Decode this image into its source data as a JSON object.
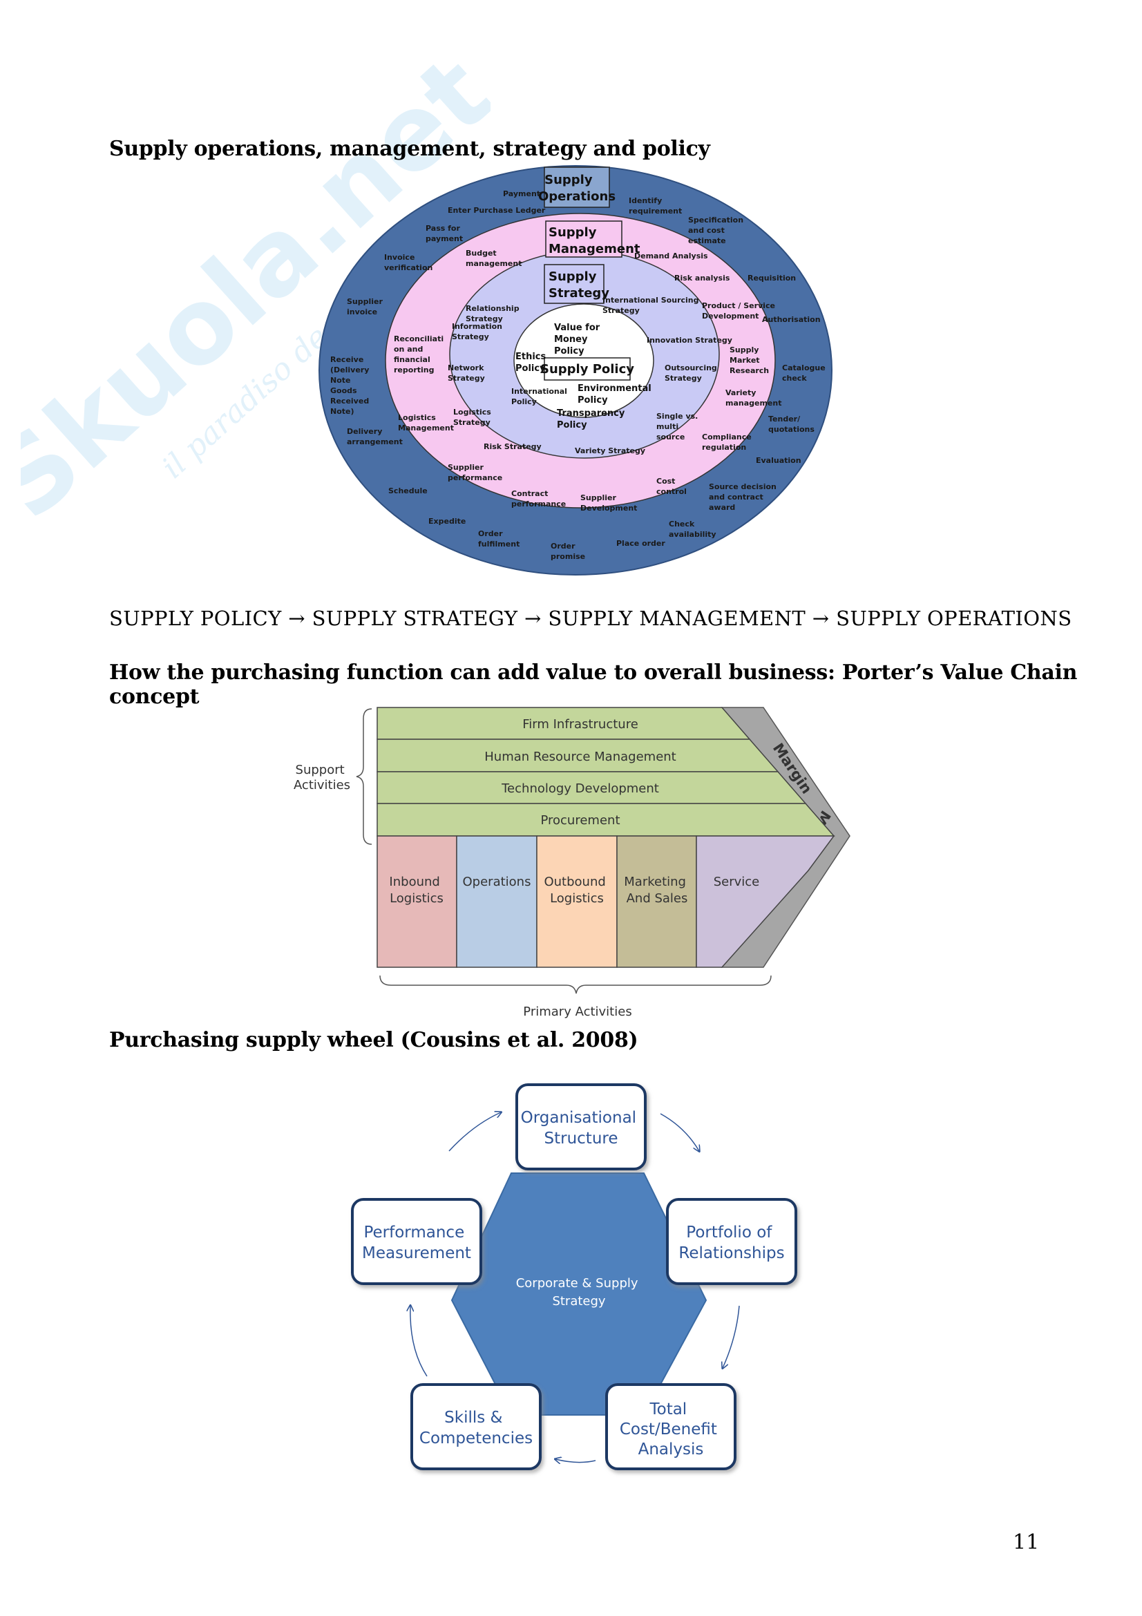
{
  "watermark": {
    "brand": "Skuola.net",
    "tagline": "il paradiso degli studenti"
  },
  "section1": {
    "heading": "Supply operations, management, strategy and policy",
    "diagram": {
      "ring_titles": {
        "operations": [
          "Supply",
          "Operations"
        ],
        "management": [
          "Supply",
          "Management"
        ],
        "strategy": [
          "Supply",
          "Strategy"
        ],
        "policy": "Supply Policy"
      },
      "outer_ring": {
        "payment": "Payment",
        "enter_ledger": "Enter Purchase Ledger",
        "identify": [
          "Identify",
          "requirement"
        ],
        "specification": [
          "Specification",
          "and cost",
          "estimate"
        ],
        "requisition": "Requisition",
        "authorisation": "Authorisation",
        "catalogue": [
          "Catalogue",
          "check"
        ],
        "tender": [
          "Tender/",
          "quotations"
        ],
        "evaluation": "Evaluation",
        "source_decision": [
          "Source decision",
          "and contract",
          "award"
        ],
        "check_availability": [
          "Check",
          "availability"
        ],
        "place_order": "Place order",
        "order_promise": [
          "Order",
          "promise"
        ],
        "order_fulfilment": [
          "Order",
          "fulfilment"
        ],
        "expedite": "Expedite",
        "schedule": "Schedule",
        "delivery": [
          "Delivery",
          "arrangement"
        ],
        "receive": [
          "Receive",
          "(Delivery",
          "Note",
          "Goods",
          "Received",
          "Note)"
        ],
        "supplier_invoice": [
          "Supplier",
          "invoice"
        ],
        "invoice_verification": [
          "Invoice",
          "verification"
        ],
        "pass_payment": [
          "Pass for",
          "payment"
        ]
      },
      "middle_ring": {
        "budget": [
          "Budget",
          "management"
        ],
        "demand": "Demand Analysis",
        "risk_analysis": "Risk analysis",
        "product_service": [
          "Product / Service",
          "Development"
        ],
        "market_research": [
          "Supply",
          "Market",
          "Research"
        ],
        "variety_mgmt": [
          "Variety",
          "management"
        ],
        "compliance": [
          "Compliance",
          "regulation"
        ],
        "cost_control": [
          "Cost",
          "control"
        ],
        "supplier_dev": [
          "Supplier",
          "Development"
        ],
        "contract_perf": [
          "Contract",
          "performance"
        ],
        "supplier_perf": [
          "Supplier",
          "performance"
        ],
        "logistics_mgmt": [
          "Logistics",
          "Management"
        ],
        "reconciliation": [
          "Reconciliati",
          "on and",
          "financial",
          "reporting"
        ]
      },
      "inner_ring": {
        "relationship": [
          "Relationship",
          "Strategy"
        ],
        "information": [
          "Information",
          "Strategy"
        ],
        "intl_sourcing": [
          "International Sourcing",
          "Strategy"
        ],
        "innovation": "Innovation Strategy",
        "outsourcing": [
          "Outsourcing",
          "Strategy"
        ],
        "single_multi": [
          "Single vs.",
          "multi",
          "source"
        ],
        "variety": "Variety Strategy",
        "risk": "Risk Strategy",
        "logistics": [
          "Logistics",
          "Strategy"
        ],
        "network": [
          "Network",
          "Strategy"
        ]
      },
      "core": {
        "value_money": [
          "Value for",
          "Money",
          "Policy"
        ],
        "ethics": [
          "Ethics",
          "Policy"
        ],
        "international": [
          "International",
          "Policy"
        ],
        "environmental": [
          "Environmental",
          "Policy"
        ],
        "transparency": [
          "Transparency",
          "Policy"
        ]
      }
    },
    "flow": [
      "SUPPLY POLICY",
      "SUPPLY STRATEGY",
      "SUPPLY MANAGEMENT",
      "SUPPLY OPERATIONS"
    ],
    "flow_arrow": "→"
  },
  "section2": {
    "heading": "How the purchasing function can add value to overall business: Porter’s Value Chain concept",
    "support_label": [
      "Support",
      "Activities"
    ],
    "support_activities": [
      "Firm Infrastructure",
      "Human Resource Management",
      "Technology Development",
      "Procurement"
    ],
    "primary_label": "Primary Activities",
    "primary_activities": [
      {
        "lines": [
          "Inbound",
          "Logistics"
        ],
        "color": "#e6b9b8"
      },
      {
        "lines": [
          "Operations"
        ],
        "color": "#b9cde5"
      },
      {
        "lines": [
          "Outbound",
          "Logistics"
        ],
        "color": "#fcd5b5"
      },
      {
        "lines": [
          "Marketing",
          "And Sales"
        ],
        "color": "#c4bd97"
      },
      {
        "lines": [
          "Service"
        ],
        "color": "#ccc1da"
      }
    ],
    "support_color": "#c3d69b",
    "margin_color": "#a6a6a6",
    "margin_label": "Margin"
  },
  "section3": {
    "heading": "Purchasing supply wheel (Cousins et al. 2008)",
    "center": [
      "Corporate & Supply",
      "Strategy"
    ],
    "boxes": {
      "org": [
        "Organisational",
        "Structure"
      ],
      "portfolio": [
        "Portfolio of",
        "Relationships"
      ],
      "cost": [
        "Total",
        "Cost/Benefit",
        "Analysis"
      ],
      "skills": [
        "Skills &",
        "Competencies"
      ],
      "performance": [
        "Performance",
        "Measurement"
      ]
    },
    "hex_color": "#4f81bd",
    "border_color": "#1f3864"
  },
  "page_number": "11"
}
